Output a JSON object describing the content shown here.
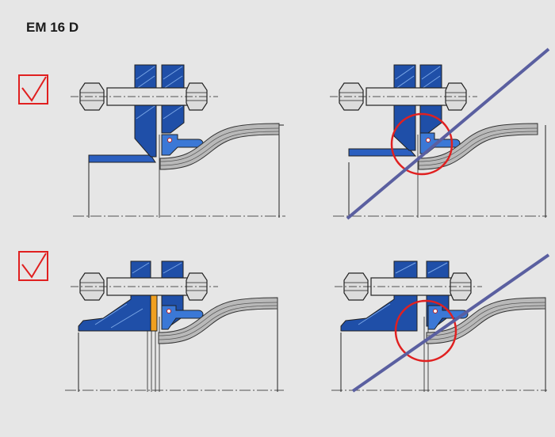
{
  "title": "EM 16 D",
  "colors": {
    "background": "#e6e6e6",
    "flange_blue": "#1f4fa8",
    "flange_light_blue": "#3b78d6",
    "gasket_orange": "#f0a020",
    "checkmark_red": "#e02020",
    "highlight_circle_red": "#e02020",
    "strike_line": "#5a5fa0",
    "bolt_grey": "#d8d8d8",
    "pipe_grey": "#b8b8b8"
  },
  "panels": [
    {
      "row": 1,
      "side": "left",
      "status": "correct",
      "icon": "check-icon"
    },
    {
      "row": 1,
      "side": "right",
      "status": "incorrect",
      "icon": "strike-line"
    },
    {
      "row": 2,
      "side": "left",
      "status": "correct",
      "icon": "check-icon"
    },
    {
      "row": 2,
      "side": "right",
      "status": "incorrect",
      "icon": "strike-line"
    }
  ]
}
